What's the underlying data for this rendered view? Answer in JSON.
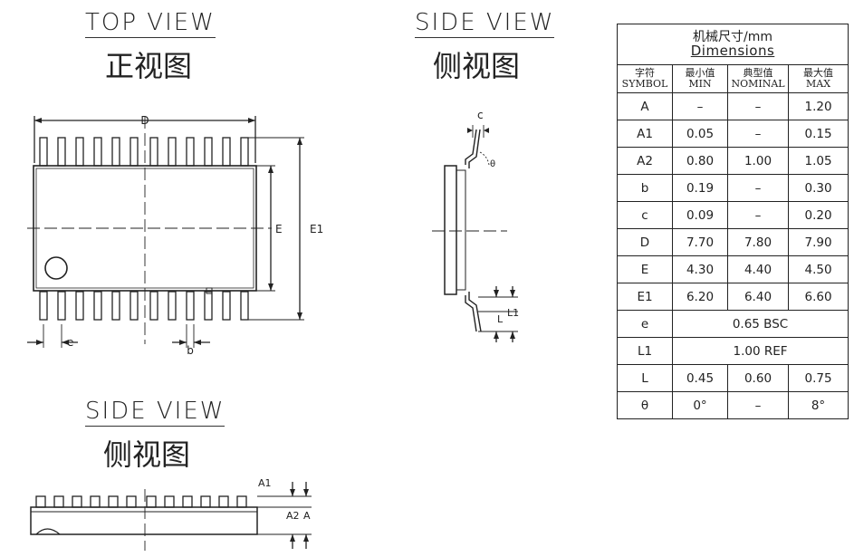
{
  "views": {
    "top": {
      "title_en": "TOP VIEW",
      "title_cn": "正视图"
    },
    "side_right": {
      "title_en": "SIDE VIEW",
      "title_cn": "侧视图"
    },
    "side_bottom": {
      "title_en": "SIDE VIEW",
      "title_cn": "侧视图"
    }
  },
  "drawing_labels": {
    "D": "D",
    "E": "E",
    "E1": "E1",
    "e": "e",
    "b": "b",
    "c": "c",
    "theta": "θ",
    "L": "L",
    "L1": "L1",
    "A1": "A1",
    "A2": "A2",
    "A": "A"
  },
  "table": {
    "caption_cn": "机械尺寸/mm",
    "caption_en": "Dimensions",
    "headers": [
      {
        "cn": "字符",
        "en": "SYMBOL"
      },
      {
        "cn": "最小值",
        "en": "MIN"
      },
      {
        "cn": "典型值",
        "en": "NOMINAL"
      },
      {
        "cn": "最大值",
        "en": "MAX"
      }
    ],
    "rows": [
      {
        "symbol": "A",
        "min": "–",
        "nom": "–",
        "max": "1.20"
      },
      {
        "symbol": "A1",
        "min": "0.05",
        "nom": "–",
        "max": "0.15"
      },
      {
        "symbol": "A2",
        "min": "0.80",
        "nom": "1.00",
        "max": "1.05"
      },
      {
        "symbol": "b",
        "min": "0.19",
        "nom": "–",
        "max": "0.30"
      },
      {
        "symbol": "c",
        "min": "0.09",
        "nom": "–",
        "max": "0.20"
      },
      {
        "symbol": "D",
        "min": "7.70",
        "nom": "7.80",
        "max": "7.90"
      },
      {
        "symbol": "E",
        "min": "4.30",
        "nom": "4.40",
        "max": "4.50"
      },
      {
        "symbol": "E1",
        "min": "6.20",
        "nom": "6.40",
        "max": "6.60"
      },
      {
        "symbol": "e",
        "span": "0.65 BSC"
      },
      {
        "symbol": "L1",
        "span": "1.00 REF"
      },
      {
        "symbol": "L",
        "min": "0.45",
        "nom": "0.60",
        "max": "0.75"
      },
      {
        "symbol": "θ",
        "min": "0°",
        "nom": "–",
        "max": "8°"
      }
    ]
  }
}
